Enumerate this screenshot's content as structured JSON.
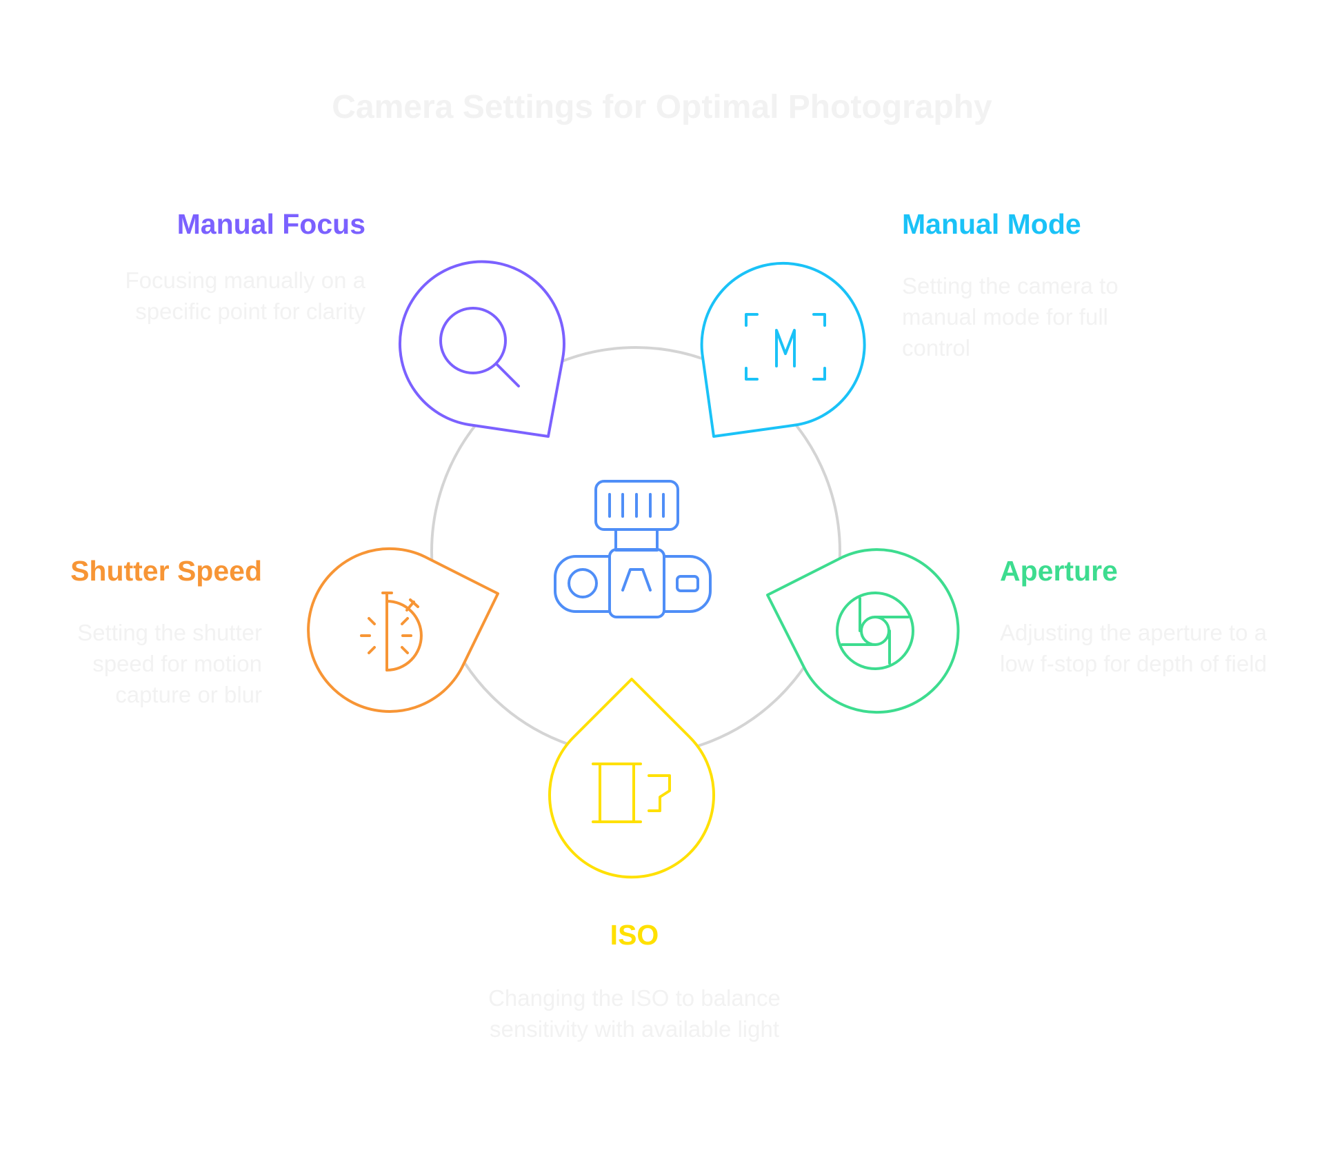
{
  "title": "Camera Settings for Optimal Photography",
  "center": {
    "icon": "camera-icon",
    "color": "#4f8ef7"
  },
  "ring_color": "#d4d4d4",
  "items": [
    {
      "id": "manual-focus",
      "label": "Manual Focus",
      "description": "Focusing manually on a specific point for clarity",
      "icon": "magnifier-icon",
      "color": "#7b61ff"
    },
    {
      "id": "manual-mode",
      "label": "Manual Mode",
      "description": "Setting the camera to manual mode for full control",
      "icon": "manual-mode-m-icon",
      "color": "#1ac2f7"
    },
    {
      "id": "shutter-speed",
      "label": "Shutter Speed",
      "description": "Setting the shutter speed for motion capture or blur",
      "icon": "stopwatch-icon",
      "color": "#f79535"
    },
    {
      "id": "aperture",
      "label": "Aperture",
      "description": "Adjusting the aperture to a low f-stop for depth of field",
      "icon": "aperture-icon",
      "color": "#3ddc8f"
    },
    {
      "id": "iso",
      "label": "ISO",
      "description": "Changing the ISO to balance sensitivity with available light",
      "icon": "film-roll-icon",
      "color": "#ffe000"
    }
  ]
}
